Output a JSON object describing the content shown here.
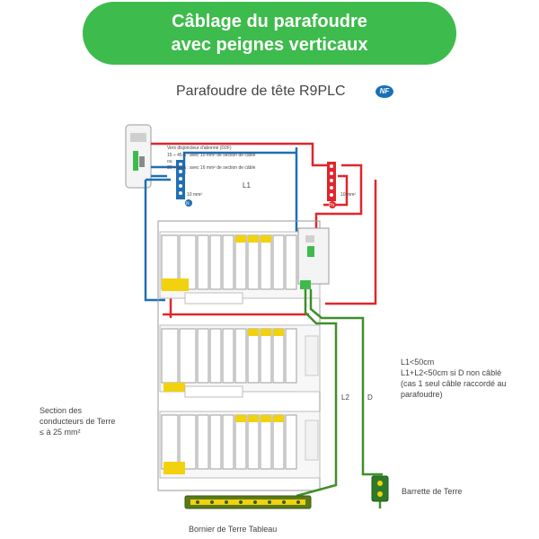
{
  "banner": {
    "line1": "Câblage du parafoudre",
    "line2": "avec peignes verticaux"
  },
  "subtitle": "Parafoudre de tête R9PLC",
  "nf_logo": "NF",
  "wiring_notes": {
    "line1": "Vers disjoncteur d'abonné (D2F)",
    "line2": "15 ÷ 45 A : avec 10 mm² de section de câble",
    "line3": "ou",
    "line4": "30 ÷ 60 A : avec 16 mm² de section de câble"
  },
  "labels": {
    "l1": "L1",
    "l2": "L2",
    "d": "D",
    "neutral_marker": "N",
    "phase_marker": "Ph",
    "section_n": "10 mm²",
    "section_ph": "10 mm²"
  },
  "rule_text": {
    "line1": "L1<50cm",
    "line2": "L1+L2<50cm si D non câblé",
    "line3": "(cas 1 seul câble raccordé au",
    "line4": "parafoudre)"
  },
  "section_text": {
    "line1": "Section des",
    "line2": "conducteurs de Terre",
    "line3": "≤ à 25 mm²"
  },
  "barrette_label": "Barrette de Terre",
  "bornier_label": "Bornier de Terre Tableau",
  "colors": {
    "green": "#3dbb4c",
    "neutral_blue": "#1f6fb5",
    "phase_red": "#e0262c",
    "earth_green": "#3f8f2a",
    "yellow": "#f2d20c"
  }
}
